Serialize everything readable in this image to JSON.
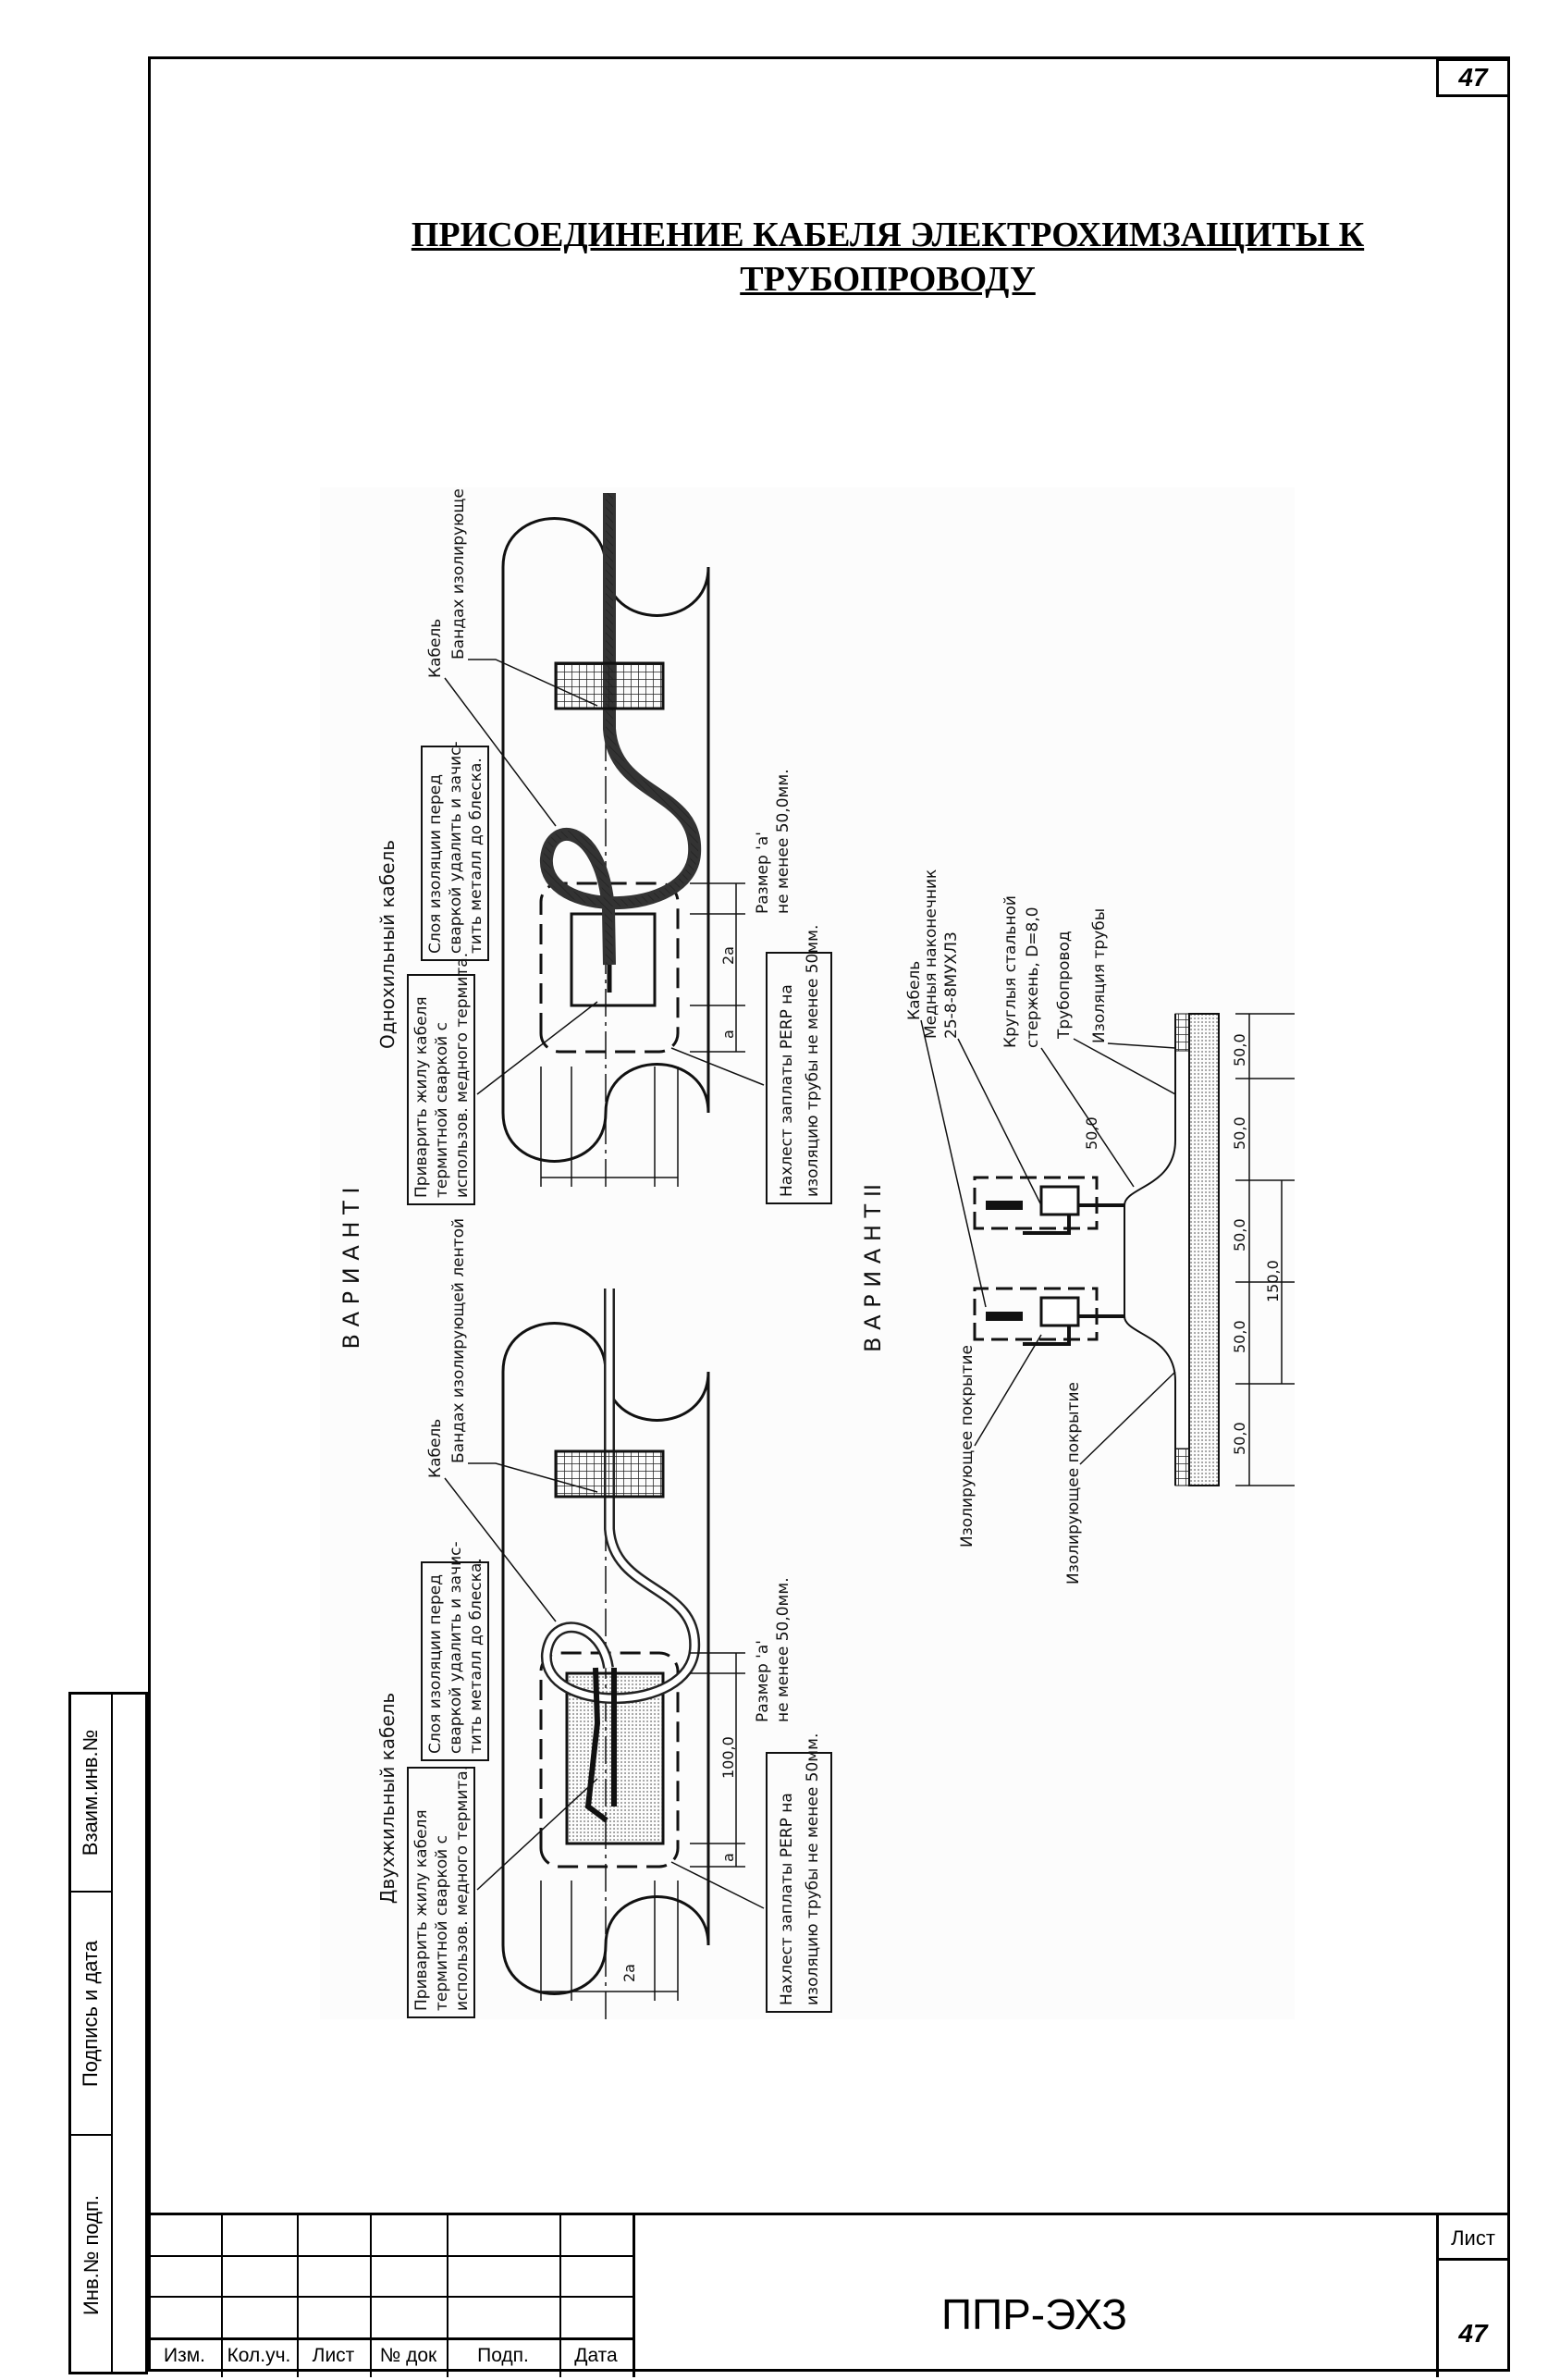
{
  "sheet_number_top": "47",
  "title_line1": "ПРИСОЕДИНЕНИЕ КАБЕЛЯ ЭЛЕКТРОХИМЗАЩИТЫ К",
  "title_line2": "ТРУБОПРОВОДУ",
  "drawing": {
    "variant1": {
      "heading": "В А Р И А Н Т  I",
      "single_core": {
        "caption": "Однохильный кабель",
        "weld_note": [
          "Приварить жилу кабеля",
          "термитной сваркой с",
          "использов. медного термита."
        ],
        "strip_note": [
          "Слоя изоляции перед",
          "сваркой удалить и зачис-",
          "тить металл до блеска."
        ],
        "cable_label": "Кабель",
        "bandage_label": "Бандах изолирующей ле",
        "size_note": [
          "Размер 'a'",
          "не менее 50,0мм."
        ],
        "overlap_note": [
          "Нахлест заплаты PERP на",
          "изоляцию трубы не менее 50мм."
        ],
        "dim_a": "a",
        "dim_2a": "2a"
      },
      "two_core": {
        "caption": "Двухжильный кабель",
        "weld_note": [
          "Приварить жилу кабеля",
          "термитной сваркой с",
          "использов. медного термита."
        ],
        "strip_note": [
          "Слоя изоляции перед",
          "сваркой удалить и зачис-",
          "тить металл до блеска."
        ],
        "cable_label": "Кабель",
        "bandage_label": "Бандах изолирующей лентой",
        "size_note": [
          "Размер 'a'",
          "не менее 50,0мм."
        ],
        "overlap_note": [
          "Нахлест заплаты PERP на",
          "изоляцию трубы не менее 50мм."
        ],
        "dim_a": "a",
        "dim_2a": "2a",
        "dim_100": "100,0"
      }
    },
    "variant2": {
      "heading": "В А Р И А Н Т  II",
      "cable_label": "Кабель",
      "lug_label": [
        "Медныя наконечник",
        "25-8-8МУХЛ3"
      ],
      "rod_label": [
        "Круглыя стальной",
        "стержень, D=8,0"
      ],
      "pipe_label": "Трубопровод",
      "pipe_insulation_label": "Изоляция трубы",
      "coating_label_1": "Изолирующее покрытие",
      "coating_label_2": "Изолирующее покрытие",
      "dims": [
        "50,0",
        "50,0",
        "50,0",
        "50,0",
        "50,0"
      ],
      "dim_total": "150,0",
      "dim_height": "50,0"
    }
  },
  "side_stamp": {
    "inv_sub": "Инв.№ подп.",
    "sign_date": "Подпись и дата",
    "mutual_inv": "Взаим.инв.№"
  },
  "title_block": {
    "columns": [
      "Изм.",
      "Кол.уч.",
      "Лист",
      "№ док",
      "Подп.",
      "Дата"
    ],
    "doc_code": "ППР-ЭХЗ",
    "sheet_label": "Лист",
    "sheet_number": "47"
  }
}
